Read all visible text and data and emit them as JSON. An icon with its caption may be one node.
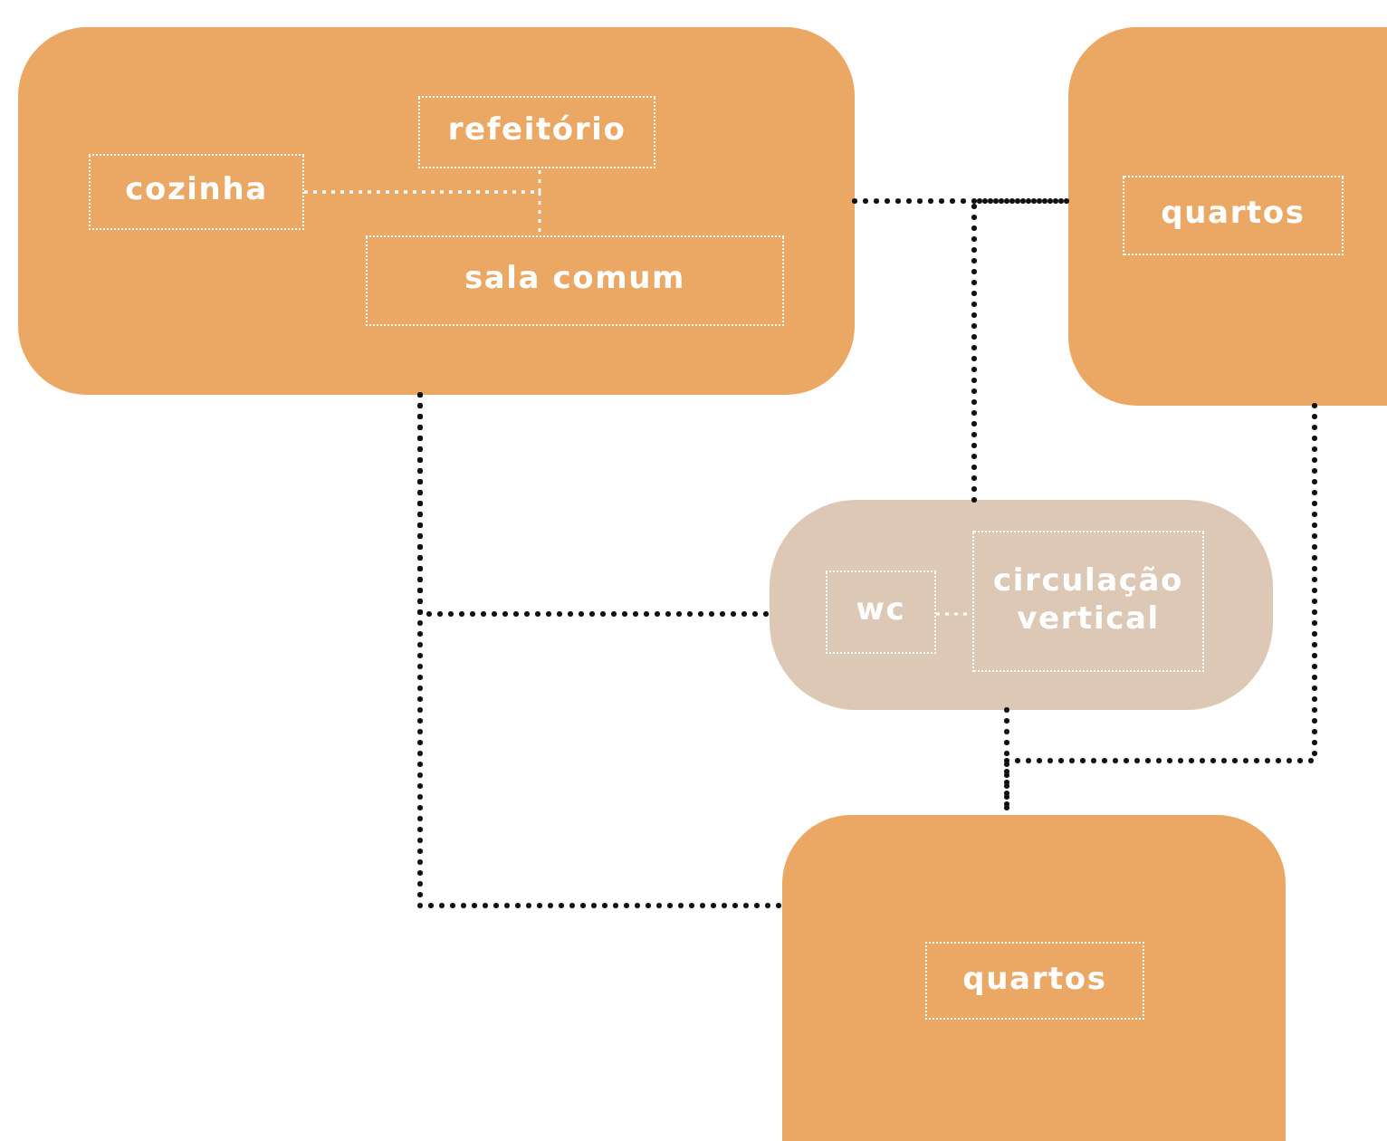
{
  "diagram": {
    "nodes": [
      {
        "text": [],
        "shape": "box"
      },
      {
        "text": [
          "refeitório"
        ],
        "in": 0
      },
      {
        "text": [
          "cozinha"
        ],
        "in": 0
      },
      {
        "text": [
          "sala comum"
        ],
        "in": 0
      },
      {
        "text": [],
        "shape": "box"
      },
      {
        "text": [
          "quartos"
        ],
        "in": 4
      },
      {
        "text": [],
        "shape": "box"
      },
      {
        "text": [
          "wc"
        ],
        "in": 6
      },
      {
        "text": [
          "circulação vertical"
        ],
        "in": 6
      },
      {
        "text": [],
        "shape": "box"
      },
      {
        "text": [
          "quartos"
        ],
        "in": 9
      }
    ],
    "edges": [
      {
        "from": 0,
        "to": 4,
        "arrow": "none"
      },
      {
        "from": 6,
        "to": 4,
        "arrow": "none"
      },
      {
        "from": 0,
        "to": 6,
        "arrow": "none"
      },
      {
        "from": 0,
        "to": 9,
        "arrow": "none"
      },
      {
        "from": 4,
        "to": 9,
        "arrow": "none"
      },
      {
        "from": 6,
        "to": 9,
        "arrow": "none"
      },
      {
        "from": 2,
        "to": 1,
        "arrow": "none",
        "color": "#ffffff"
      },
      {
        "from": 2,
        "to": 3,
        "arrow": "none",
        "color": "#ffffff"
      },
      {
        "from": 7,
        "to": 8,
        "arrow": "none",
        "color": "#ffffff"
      }
    ]
  }
}
